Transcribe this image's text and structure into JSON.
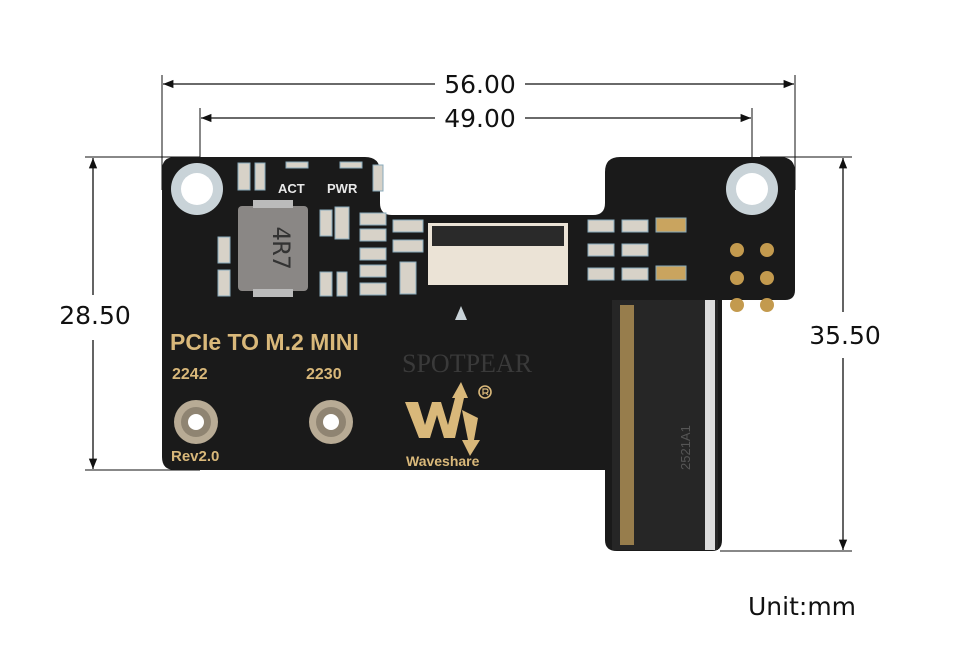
{
  "dimensions": {
    "overall_width": "56.00",
    "hole_spacing": "49.00",
    "left_height": "28.50",
    "right_height": "35.50",
    "unit": "Unit:mm"
  },
  "board": {
    "title": "PCIe TO M.2 MINI",
    "size_2242": "2242",
    "size_2230": "2230",
    "revision": "Rev2.0",
    "led_act": "ACT",
    "led_pwr": "PWR",
    "inductor_marking": "4R7",
    "brand": "Waveshare",
    "watermark": "SPOTPEAR",
    "slot_marking": "2521A1"
  },
  "colors": {
    "pcb": "#1a1a1a",
    "silkscreen": "#d9b87a",
    "dimension": "#111111"
  }
}
